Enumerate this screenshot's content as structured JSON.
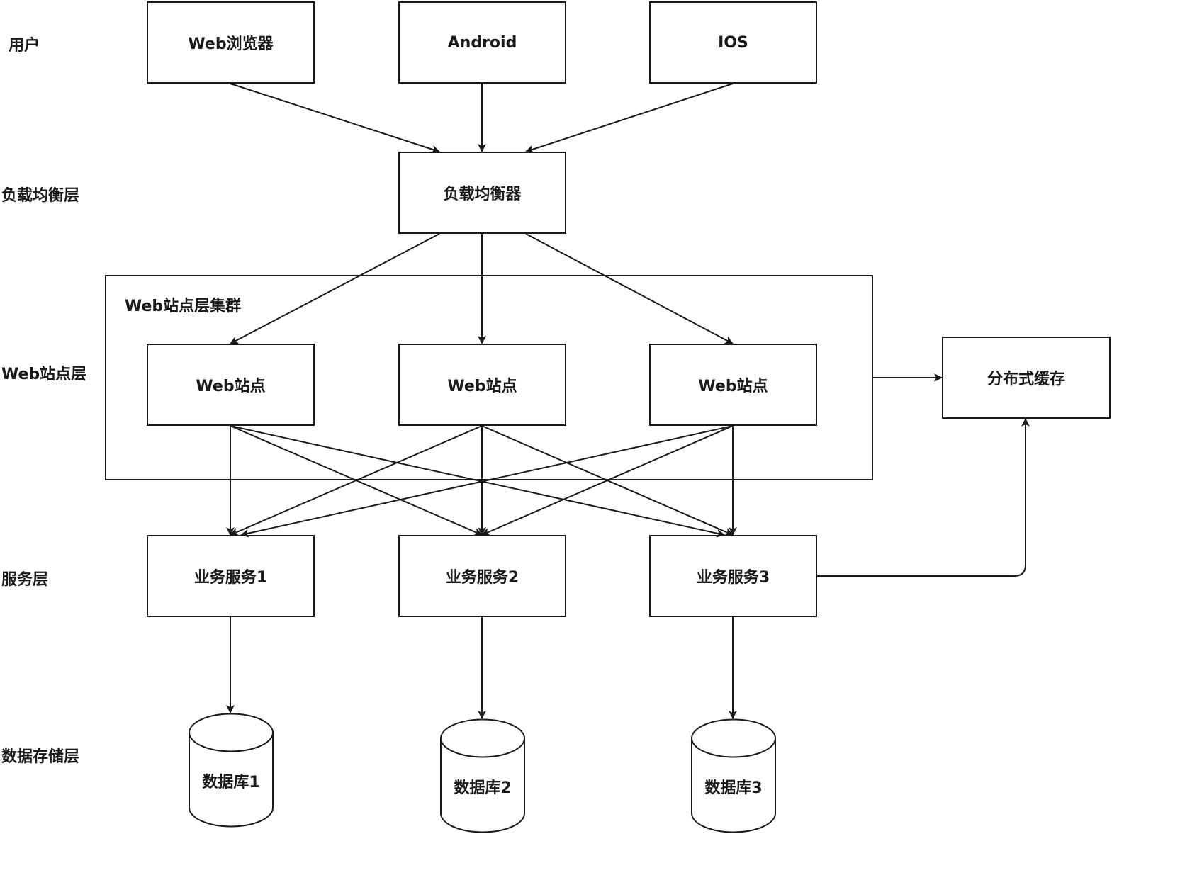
{
  "layers": [
    {
      "id": "users",
      "label": "用户"
    },
    {
      "id": "lb",
      "label": "负载均衡层"
    },
    {
      "id": "web",
      "label": "Web站点层"
    },
    {
      "id": "service",
      "label": "服务层"
    },
    {
      "id": "storage",
      "label": "数据存储层"
    }
  ],
  "clients": [
    {
      "id": "web-browser",
      "label": "Web浏览器"
    },
    {
      "id": "android",
      "label": "Android"
    },
    {
      "id": "ios",
      "label": "IOS"
    }
  ],
  "load_balancer": {
    "id": "load-balancer",
    "label": "负载均衡器"
  },
  "web_cluster": {
    "title": "Web站点层集群",
    "sites": [
      {
        "id": "web-site-1",
        "label": "Web站点"
      },
      {
        "id": "web-site-2",
        "label": "Web站点"
      },
      {
        "id": "web-site-3",
        "label": "Web站点"
      }
    ]
  },
  "cache": {
    "id": "distributed-cache",
    "label": "分布式缓存"
  },
  "services": [
    {
      "id": "service-1",
      "label": "业务服务1"
    },
    {
      "id": "service-2",
      "label": "业务服务2"
    },
    {
      "id": "service-3",
      "label": "业务服务3"
    }
  ],
  "databases": [
    {
      "id": "database-1",
      "label": "数据库1"
    },
    {
      "id": "database-2",
      "label": "数据库2"
    },
    {
      "id": "database-3",
      "label": "数据库3"
    }
  ],
  "edges": [
    {
      "from": "web-browser",
      "to": "load-balancer"
    },
    {
      "from": "android",
      "to": "load-balancer"
    },
    {
      "from": "ios",
      "to": "load-balancer"
    },
    {
      "from": "load-balancer",
      "to": "web-site-1"
    },
    {
      "from": "load-balancer",
      "to": "web-site-2"
    },
    {
      "from": "load-balancer",
      "to": "web-site-3"
    },
    {
      "from": "web-site-1",
      "to": "service-1"
    },
    {
      "from": "web-site-1",
      "to": "service-2"
    },
    {
      "from": "web-site-1",
      "to": "service-3"
    },
    {
      "from": "web-site-2",
      "to": "service-1"
    },
    {
      "from": "web-site-2",
      "to": "service-2"
    },
    {
      "from": "web-site-2",
      "to": "service-3"
    },
    {
      "from": "web-site-3",
      "to": "service-1"
    },
    {
      "from": "web-site-3",
      "to": "service-2"
    },
    {
      "from": "web-site-3",
      "to": "service-3"
    },
    {
      "from": "web-cluster",
      "to": "distributed-cache"
    },
    {
      "from": "service-3",
      "to": "distributed-cache"
    },
    {
      "from": "service-1",
      "to": "database-1"
    },
    {
      "from": "service-2",
      "to": "database-2"
    },
    {
      "from": "service-3",
      "to": "database-3"
    }
  ],
  "colors": {
    "stroke": "#1a1a1a",
    "background": "#ffffff"
  }
}
